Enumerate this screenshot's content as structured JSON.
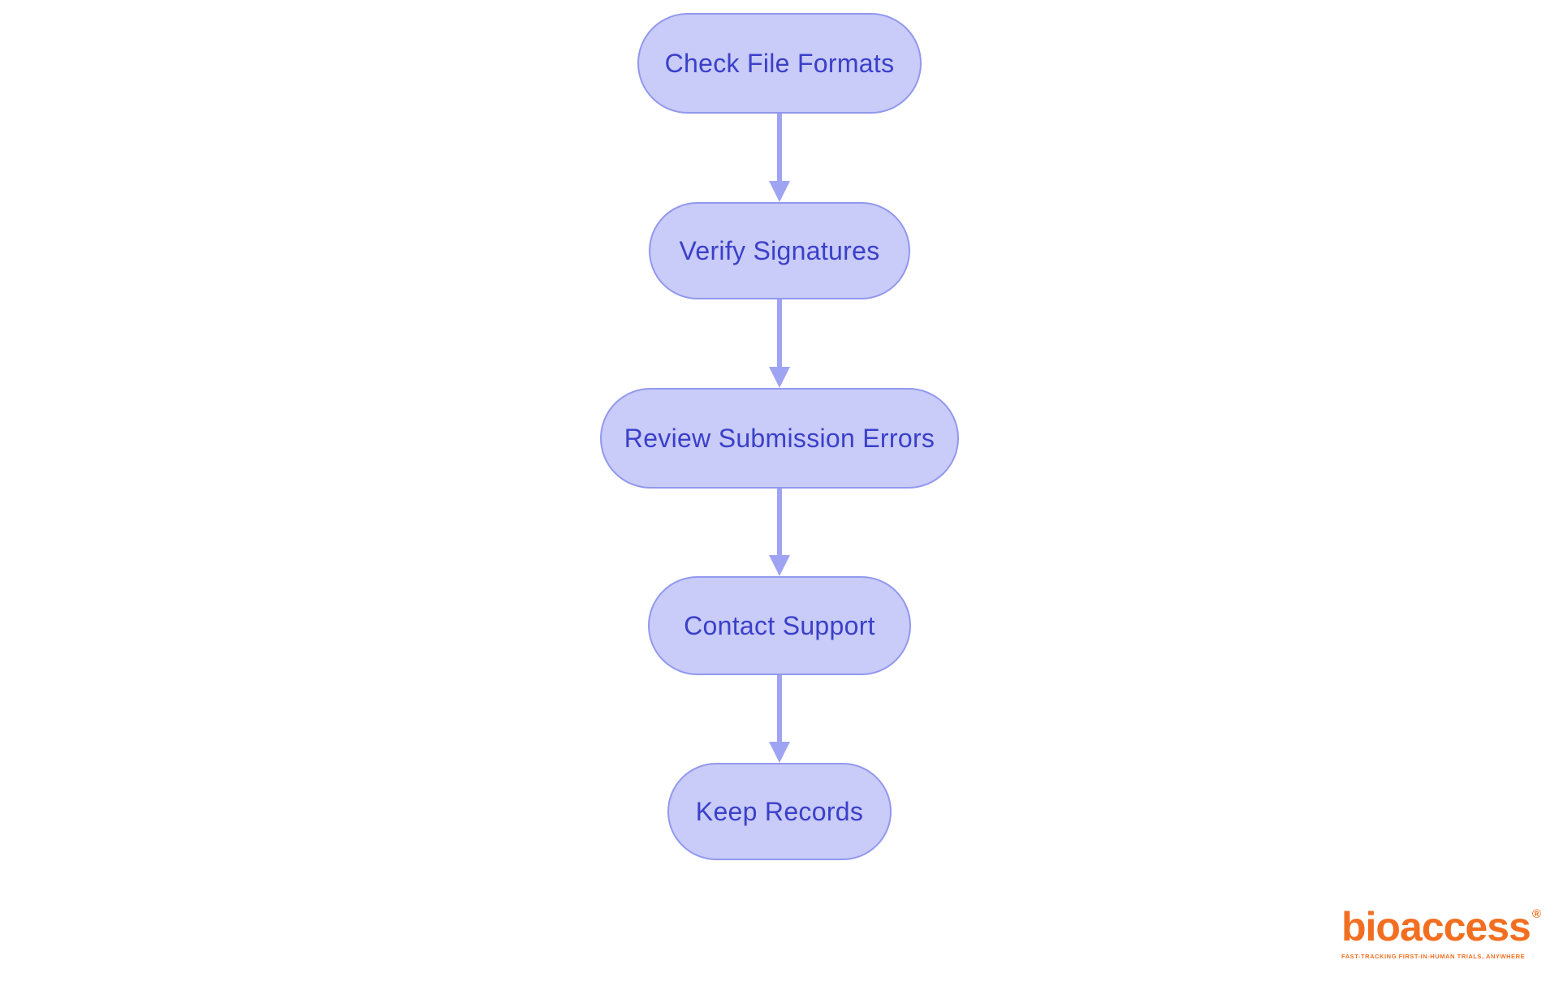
{
  "diagram": {
    "type": "flowchart",
    "direction": "top-down",
    "nodes": [
      {
        "label": "Check File Formats"
      },
      {
        "label": "Verify Signatures"
      },
      {
        "label": "Review Submission Errors"
      },
      {
        "label": "Contact Support"
      },
      {
        "label": "Keep Records"
      }
    ],
    "edges": [
      {
        "from": "Check File Formats",
        "to": "Verify Signatures"
      },
      {
        "from": "Verify Signatures",
        "to": "Review Submission Errors"
      },
      {
        "from": "Review Submission Errors",
        "to": "Contact Support"
      },
      {
        "from": "Contact Support",
        "to": "Keep Records"
      }
    ],
    "colors": {
      "background": "#ffffff",
      "node_fill": "#c9cbf8",
      "node_border": "#9298ee",
      "node_text": "#3a40c8",
      "edge": "#9fa4f2"
    }
  },
  "logo": {
    "brand": "bioaccess",
    "registered_mark": "®",
    "tagline": "FAST-TRACKING FIRST-IN-HUMAN TRIALS, ANYWHERE",
    "color": "#f26f21"
  }
}
